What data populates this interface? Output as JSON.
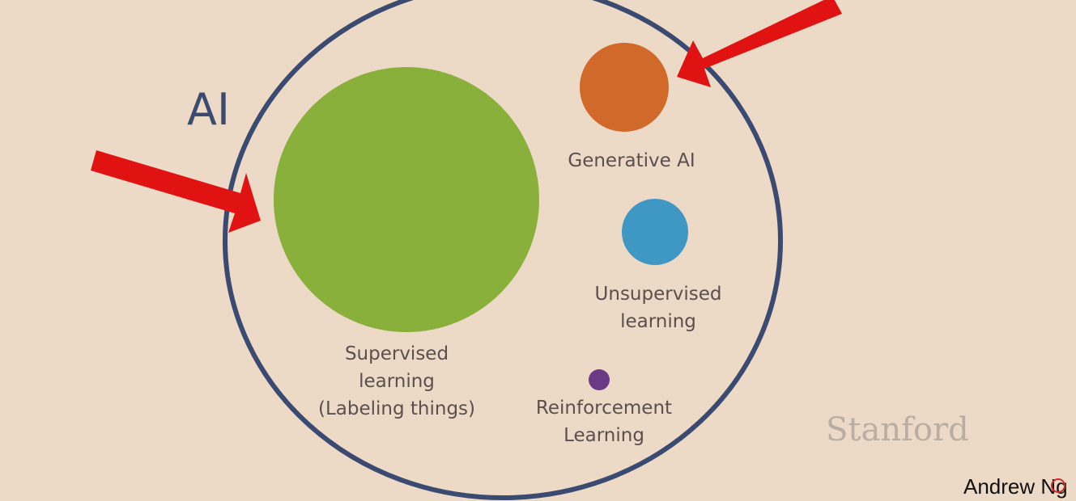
{
  "title": "AI",
  "colors": {
    "background": "#ecd9c6",
    "outer_ring": "#3b4a70",
    "supervised": "#8ab03c",
    "generative": "#d0692a",
    "unsupervised": "#3f97c3",
    "reinforcement": "#6a3a85",
    "arrow": "#e01212",
    "label": "#5a5050"
  },
  "nodes": {
    "supervised": {
      "lines": [
        "Supervised",
        "learning",
        "(Labeling things)"
      ]
    },
    "generative": {
      "lines": [
        "Generative AI"
      ]
    },
    "unsupervised": {
      "lines": [
        "Unsupervised",
        "learning"
      ]
    },
    "reinforcement": {
      "lines": [
        "Reinforcement",
        "Learning"
      ]
    }
  },
  "arrows": [
    {
      "points_to": "supervised"
    },
    {
      "points_to": "generative"
    }
  ],
  "watermark": "Stanford",
  "presenter": "Andrew Ng"
}
